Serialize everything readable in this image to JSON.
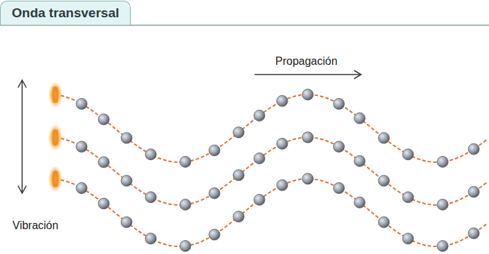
{
  "diagram": {
    "title": "Onda transversal",
    "labels": [
      "Propagación",
      "Vibración"
    ]
  }
}
